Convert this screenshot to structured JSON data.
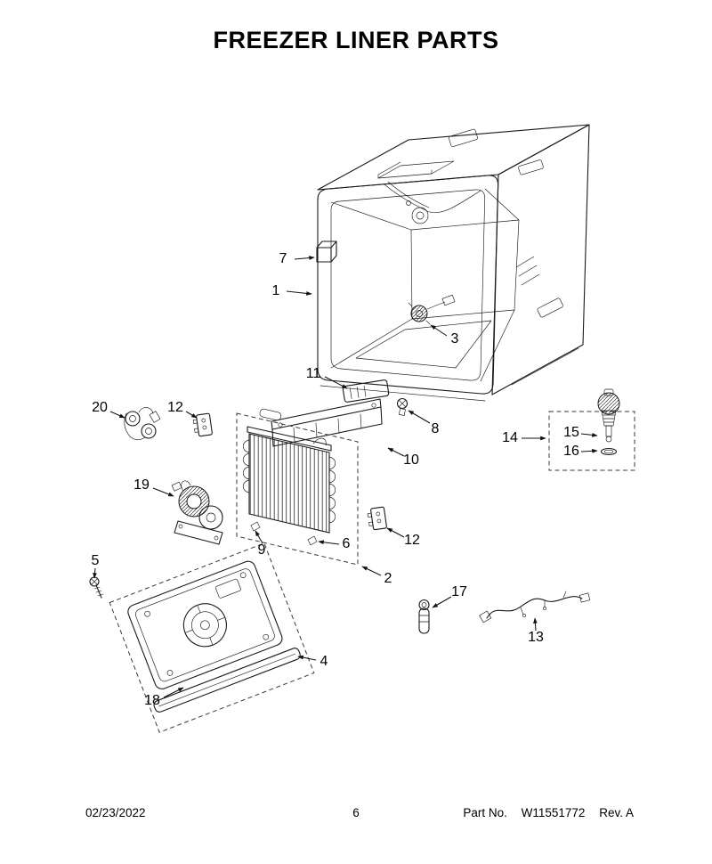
{
  "title": "FREEZER LINER PARTS",
  "footer": {
    "date": "02/23/2022",
    "page_number": "6",
    "part_no_label": "Part No.",
    "part_number": "W11551772",
    "revision": "Rev. A"
  },
  "diagram": {
    "callouts": [
      {
        "label": "1"
      },
      {
        "label": "2"
      },
      {
        "label": "3"
      },
      {
        "label": "4"
      },
      {
        "label": "5"
      },
      {
        "label": "6"
      },
      {
        "label": "7"
      },
      {
        "label": "8"
      },
      {
        "label": "9"
      },
      {
        "label": "10"
      },
      {
        "label": "11"
      },
      {
        "label": "12"
      },
      {
        "label": "12"
      },
      {
        "label": "13"
      },
      {
        "label": "14"
      },
      {
        "label": "15"
      },
      {
        "label": "16"
      },
      {
        "label": "17"
      },
      {
        "label": "18"
      },
      {
        "label": "19"
      },
      {
        "label": "20"
      }
    ]
  }
}
